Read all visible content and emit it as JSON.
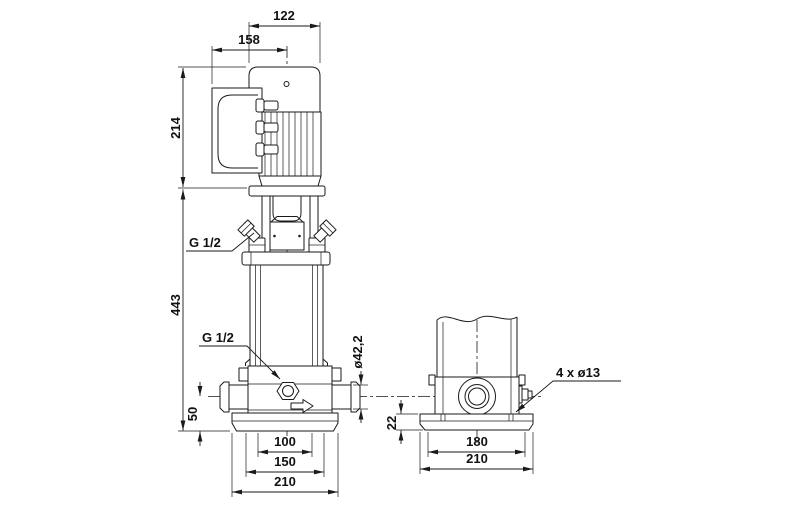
{
  "drawing": {
    "kind": "pump-dimensional-drawing",
    "colors": {
      "line": "#1a1a1a",
      "background": "#ffffff"
    },
    "front_view": {
      "dims": {
        "d122": "122",
        "d158": "158",
        "d214": "214",
        "d443": "443",
        "d50": "50",
        "dia": "ø42,2",
        "d100": "100",
        "d150": "150",
        "d210": "210"
      },
      "labels": {
        "vent_plug": "G 1/2",
        "drain_plug": "G 1/2"
      }
    },
    "side_view": {
      "dims": {
        "d22": "22",
        "d180": "180",
        "d210": "210"
      },
      "labels": {
        "bolt_holes": "4 x ø13"
      }
    }
  }
}
